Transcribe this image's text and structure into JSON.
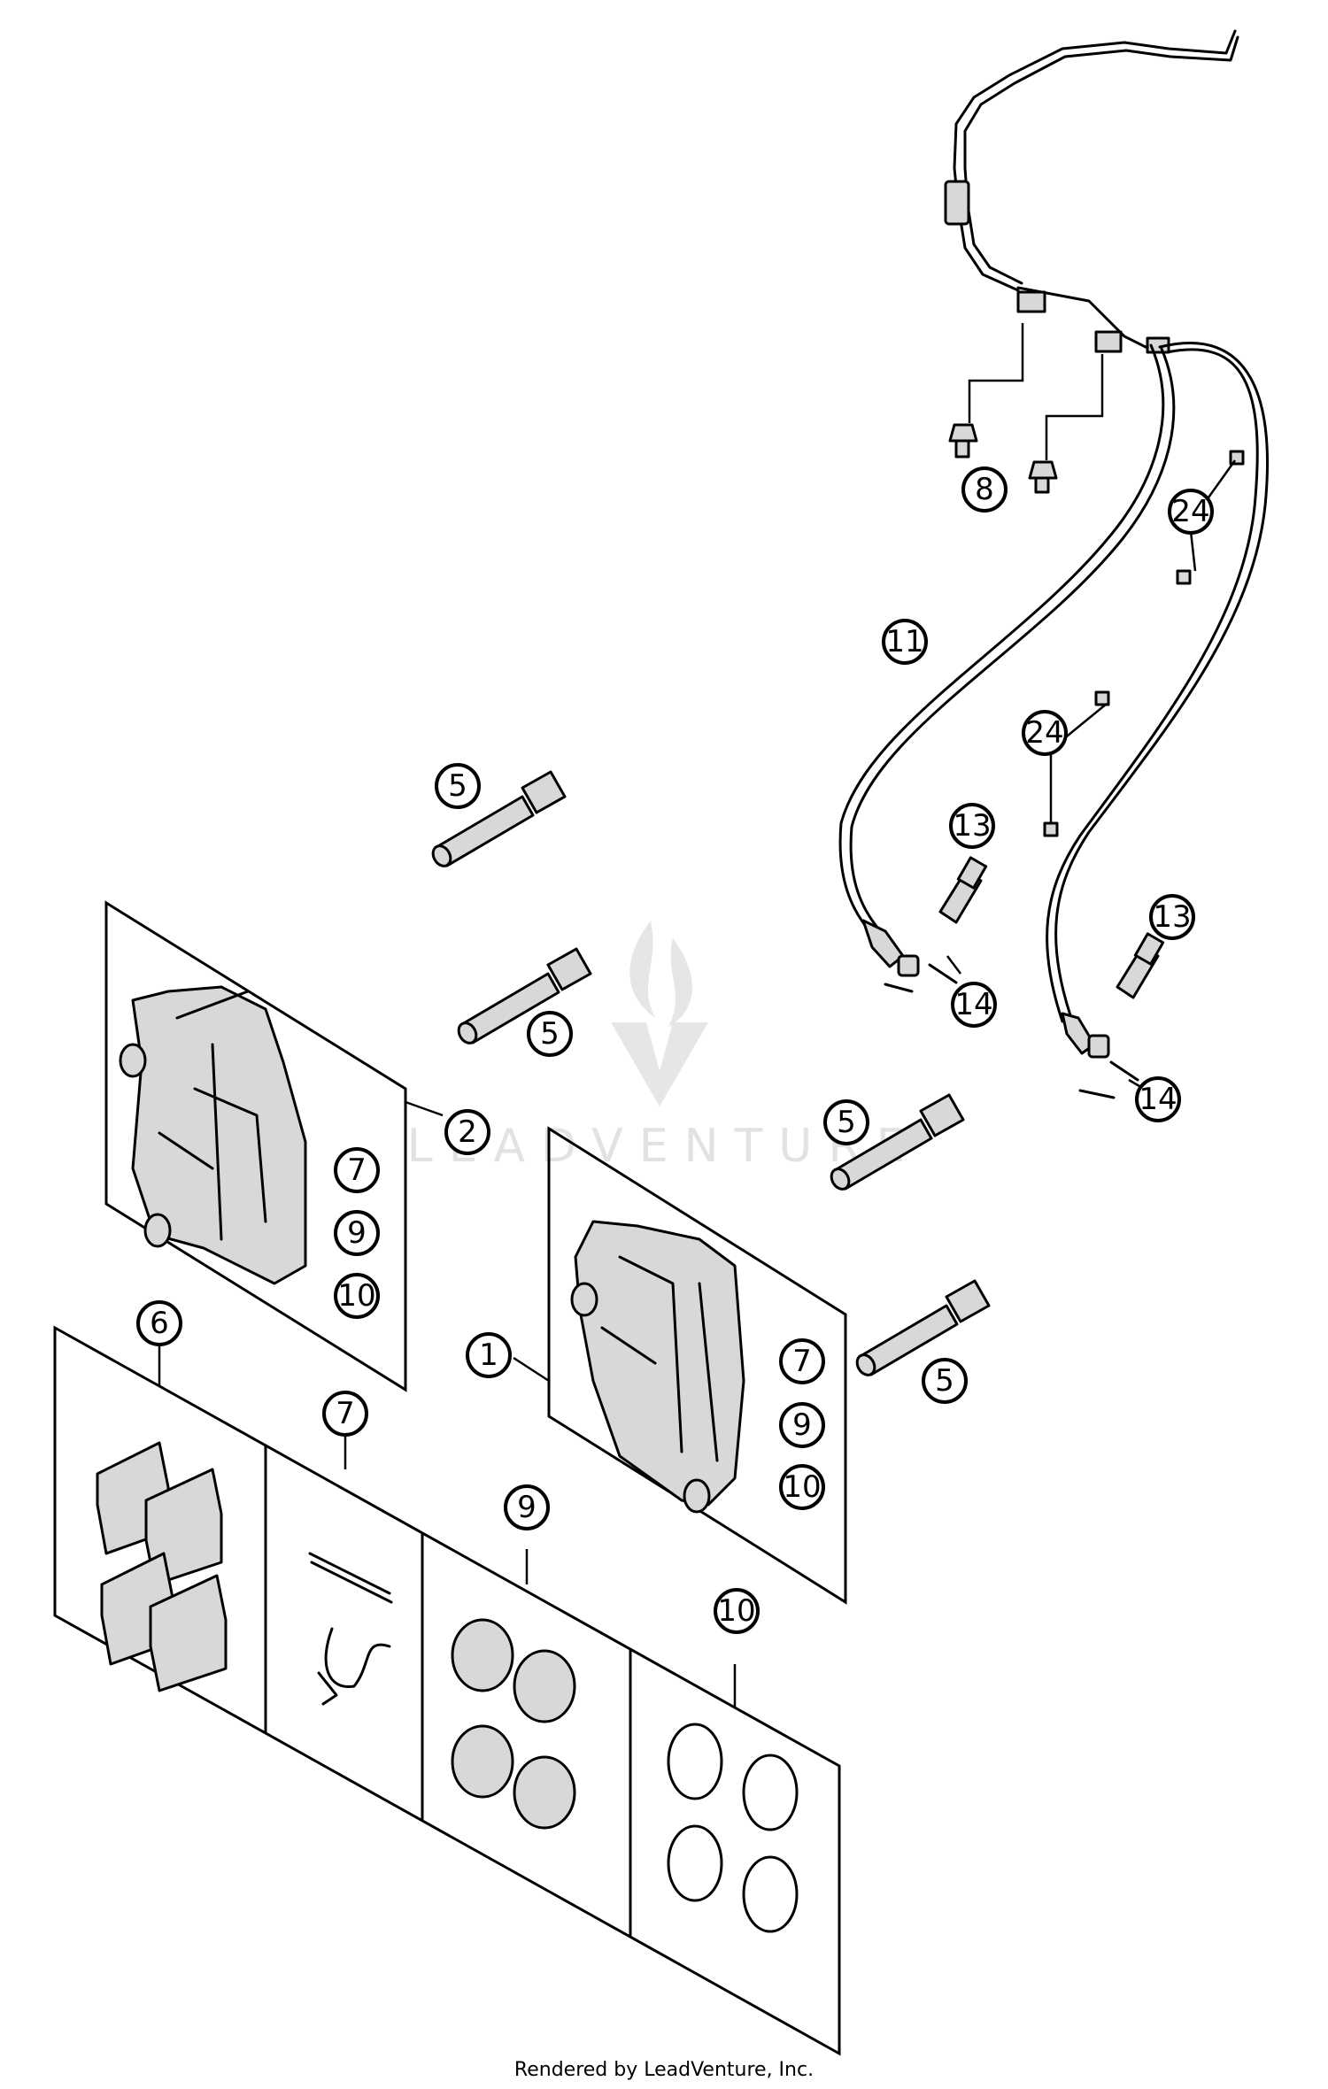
{
  "watermark": {
    "text": "LEADVENTURE"
  },
  "credit": "Rendered by LeadVenture, Inc.",
  "callouts": [
    {
      "label": "8"
    },
    {
      "label": "24"
    },
    {
      "label": "11"
    },
    {
      "label": "24"
    },
    {
      "label": "13"
    },
    {
      "label": "13"
    },
    {
      "label": "14"
    },
    {
      "label": "14"
    },
    {
      "label": "5"
    },
    {
      "label": "5"
    },
    {
      "label": "5"
    },
    {
      "label": "5"
    },
    {
      "label": "2"
    },
    {
      "label": "7"
    },
    {
      "label": "9"
    },
    {
      "label": "10"
    },
    {
      "label": "1"
    },
    {
      "label": "7"
    },
    {
      "label": "9"
    },
    {
      "label": "10"
    },
    {
      "label": "6"
    },
    {
      "label": "7"
    },
    {
      "label": "9"
    },
    {
      "label": "10"
    }
  ]
}
